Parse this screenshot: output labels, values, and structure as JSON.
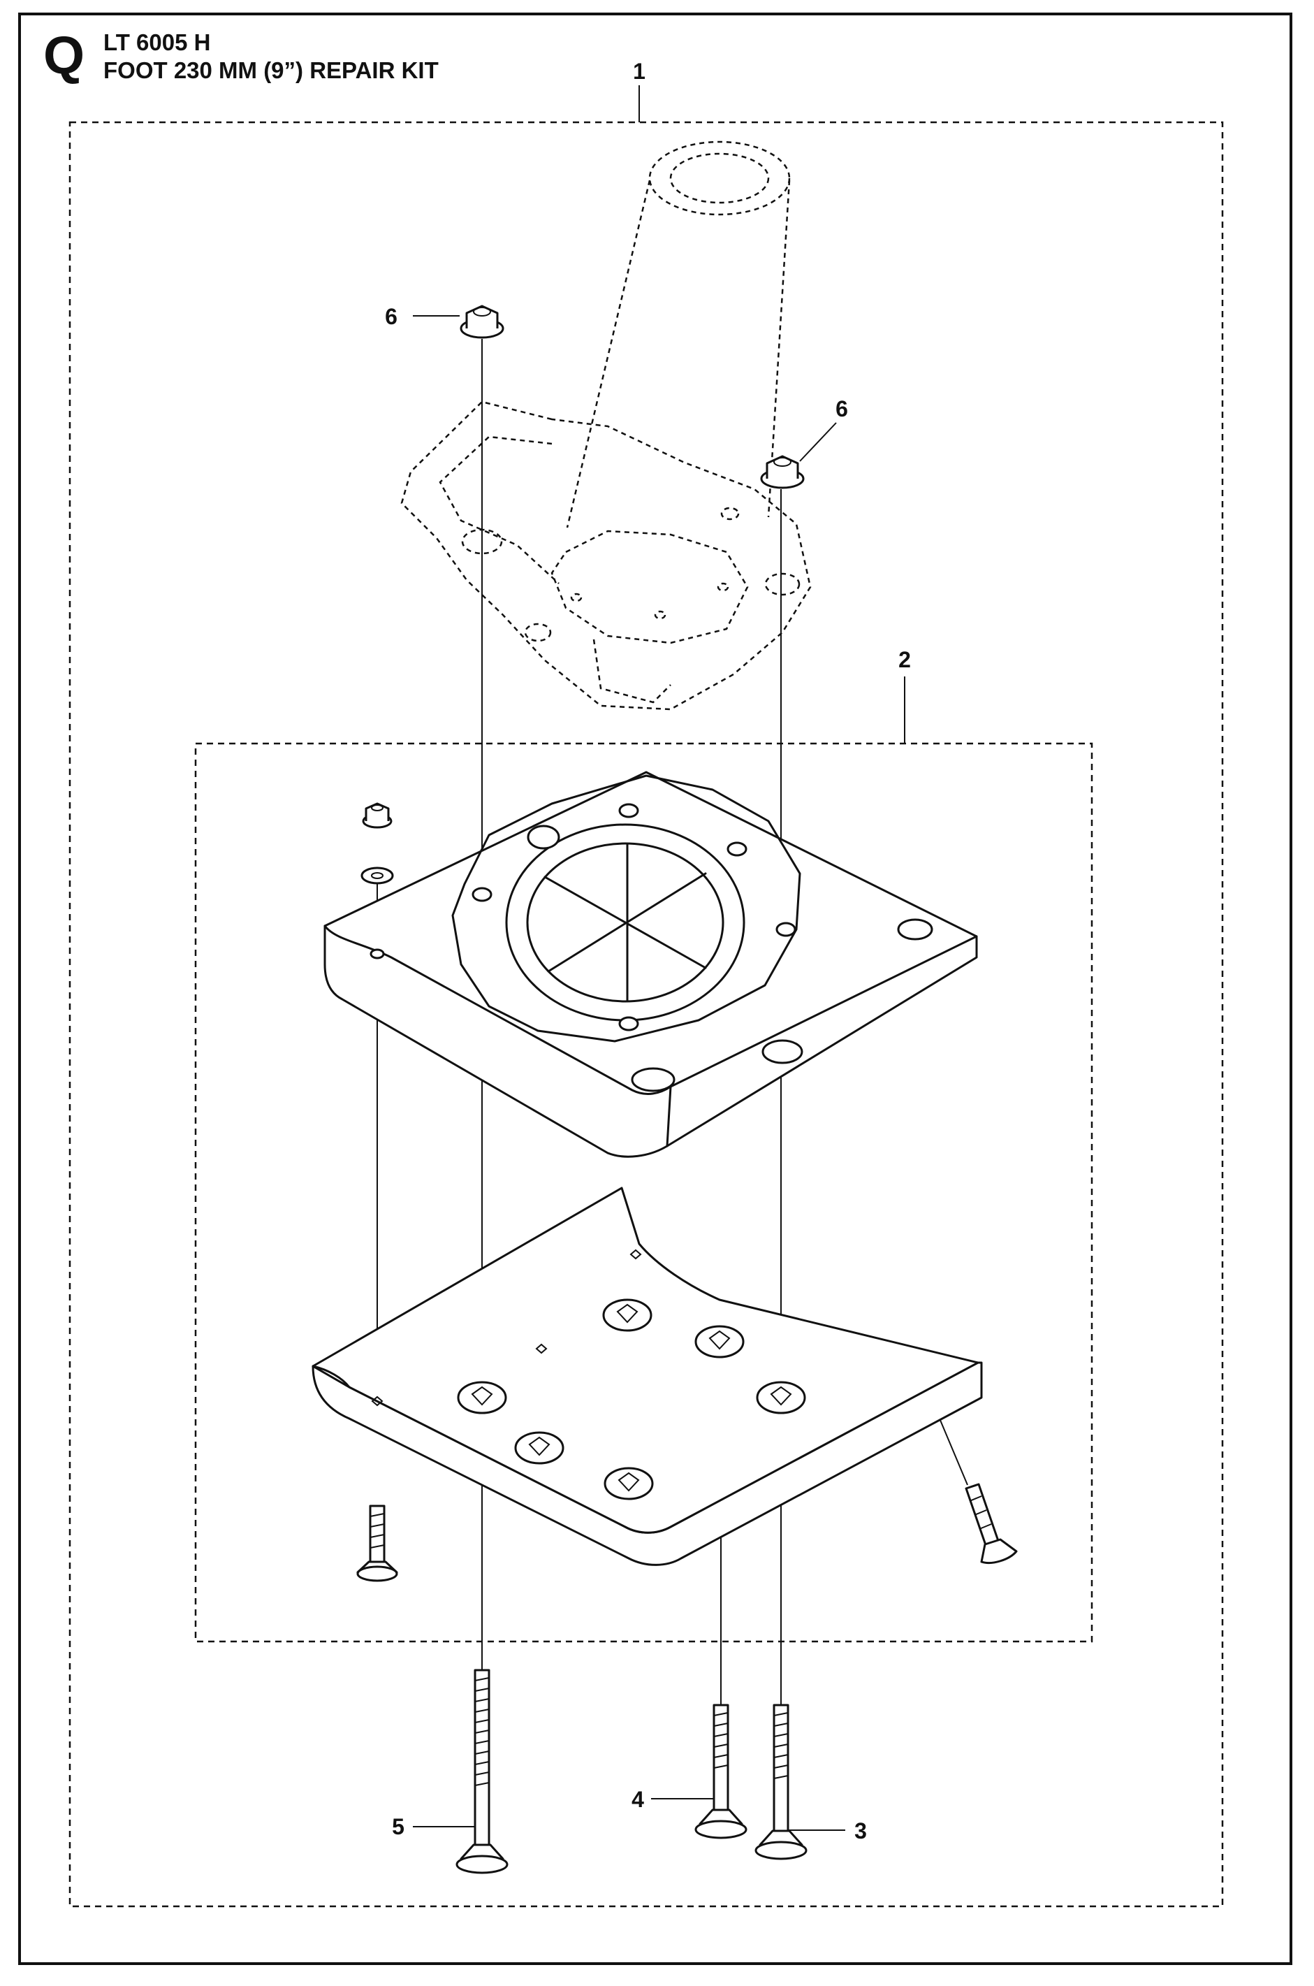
{
  "header": {
    "section_letter": "Q",
    "model": "LT 6005 H",
    "title": "FOOT 230 MM (9”) REPAIR KIT"
  },
  "callouts": {
    "kit": "1",
    "plate_assembly": "2",
    "bolt_right": "3",
    "bolt_middle": "4",
    "bolt_left": "5",
    "nut_left": "6",
    "nut_right": "6"
  }
}
